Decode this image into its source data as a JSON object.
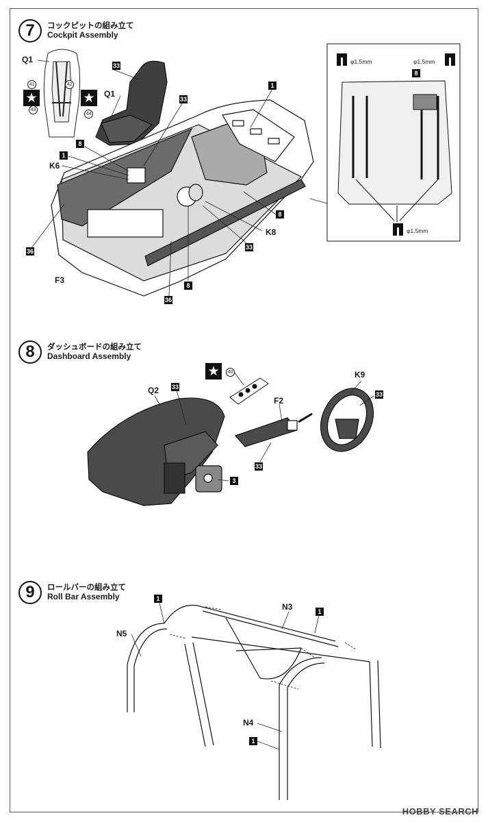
{
  "steps": [
    {
      "number": "7",
      "title_jp": "コックピットの組み立て",
      "title_en": "Cockpit Assembly"
    },
    {
      "number": "8",
      "title_jp": "ダッシュボードの組み立て",
      "title_en": "Dashboard Assembly"
    },
    {
      "number": "9",
      "title_jp": "ロールバーの組み立て",
      "title_en": "Roll Bar Assembly"
    }
  ],
  "step7": {
    "parts": {
      "q1": "Q1",
      "k6": "K6",
      "k8": "K8",
      "f3": "F3"
    },
    "colors": {
      "c1": "1",
      "c8": "8",
      "c33": "33",
      "c36": "36"
    },
    "decals": {
      "d41": "41",
      "d42": "42",
      "d43": "43",
      "d44": "44"
    },
    "inset": {
      "drill1": "φ1.5mm",
      "drill2": "φ1.5mm",
      "drill3": "φ1.5mm",
      "color": "8"
    }
  },
  "step8": {
    "parts": {
      "q2": "Q2",
      "f2": "F2",
      "k9": "K9"
    },
    "colors": {
      "c33a": "33",
      "c33b": "33",
      "c33c": "33",
      "c3": "3"
    },
    "decals": {
      "d40": "40"
    }
  },
  "step9": {
    "parts": {
      "n3": "N3",
      "n4": "N4",
      "n5": "N5"
    },
    "colors": {
      "c1a": "1",
      "c1b": "1",
      "c1c": "1"
    }
  },
  "watermark": "HOBBY SEARCH",
  "colors": {
    "ink": "#1a1a1a",
    "dark_part": "#4a4a4a",
    "mid_part": "#8c8c8c",
    "light_part": "#c8c8c8"
  }
}
